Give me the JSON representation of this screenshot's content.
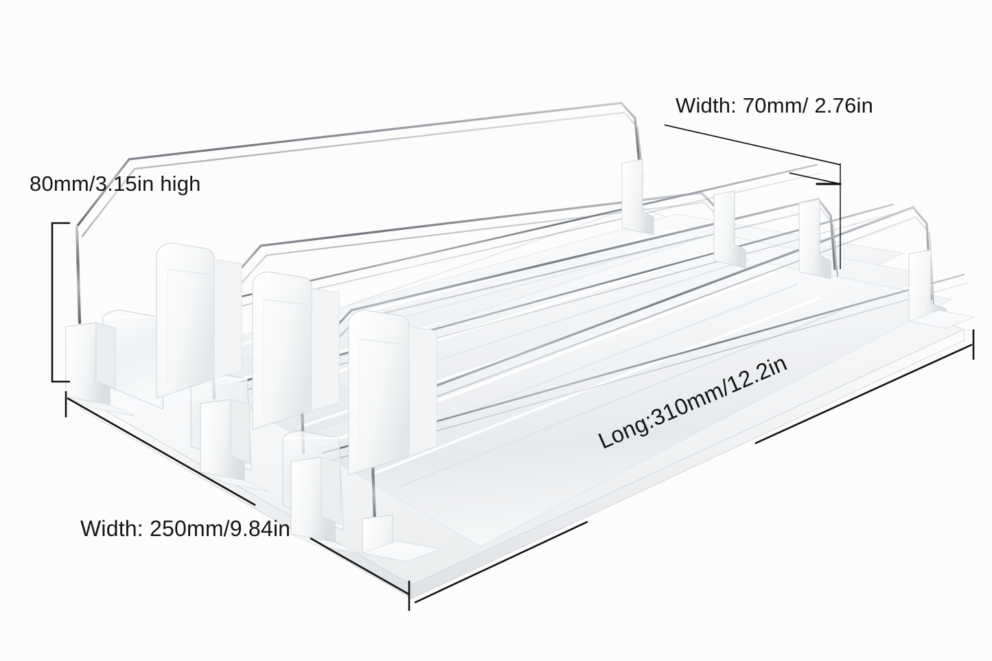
{
  "scene": {
    "kind": "product-dimension-photo",
    "subject": "white shelf pusher organizer tray with wire rails and transparent dividers",
    "background_color": "#fcfcfc",
    "line_color": "#111111",
    "product_body_color": "#ffffff",
    "product_shadow_color": "#e2e4e6",
    "wire_rail_color": "#9aa0a6",
    "acrylic_color": "#eef1f3"
  },
  "dimensions": {
    "height": {
      "label": "80mm/3.15in high",
      "value_mm": 80,
      "value_in": 3.15,
      "axis": "vertical",
      "marker": "bracket"
    },
    "depth": {
      "label": "Width: 70mm/ 2.76in",
      "value_mm": 70,
      "value_in": 2.76,
      "axis": "channel-width",
      "marker": "leader-lines"
    },
    "width": {
      "label": "Width: 250mm/9.84in",
      "value_mm": 250,
      "value_in": 9.84,
      "axis": "front-left-diagonal",
      "marker": "tick-ends"
    },
    "length": {
      "label": "Long:310mm/12.2in",
      "value_mm": 310,
      "value_in": 12.2,
      "axis": "front-right-diagonal",
      "marker": "tick-ends",
      "rotation_deg": -23.5
    }
  }
}
